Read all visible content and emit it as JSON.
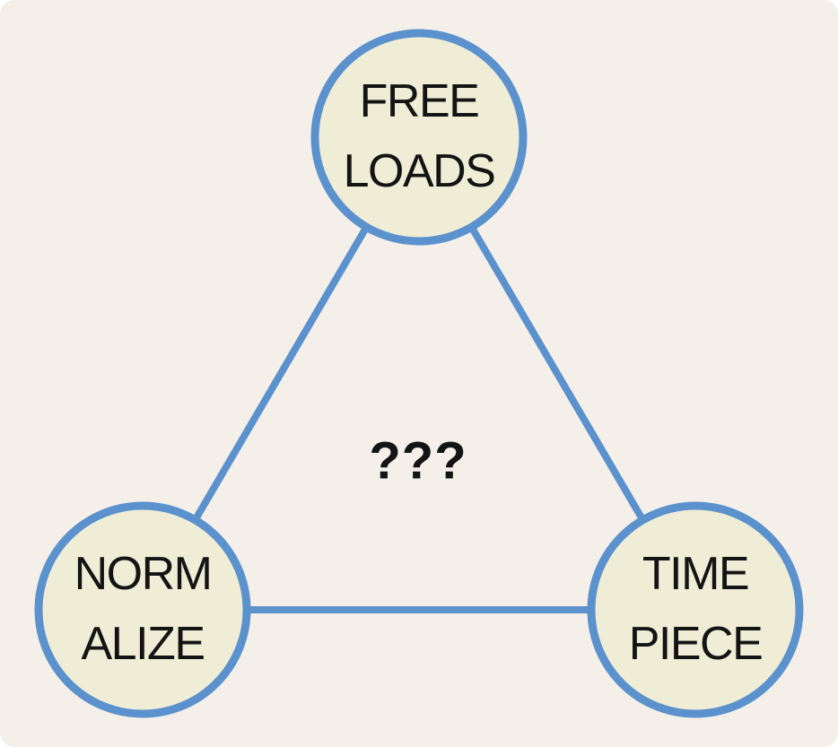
{
  "diagram": {
    "colors": {
      "background": "#F4F0E9",
      "page_outside": "#FFFFFF",
      "node_fill": "#F0EDD6",
      "node_border": "#5B92CE",
      "edge": "#5B92CE",
      "text": "#141414"
    },
    "nodes": [
      {
        "id": "free-loads",
        "position": "top",
        "label_lines": [
          "FREE",
          "LOADS"
        ]
      },
      {
        "id": "normalize",
        "position": "bottom-left",
        "label_lines": [
          "NORM",
          "ALIZE"
        ]
      },
      {
        "id": "timepiece",
        "position": "bottom-right",
        "label_lines": [
          "TIME",
          "PIECE"
        ]
      }
    ],
    "edges": [
      {
        "from": "free-loads",
        "to": "normalize"
      },
      {
        "from": "free-loads",
        "to": "timepiece"
      },
      {
        "from": "normalize",
        "to": "timepiece"
      }
    ],
    "center_label": "???"
  }
}
